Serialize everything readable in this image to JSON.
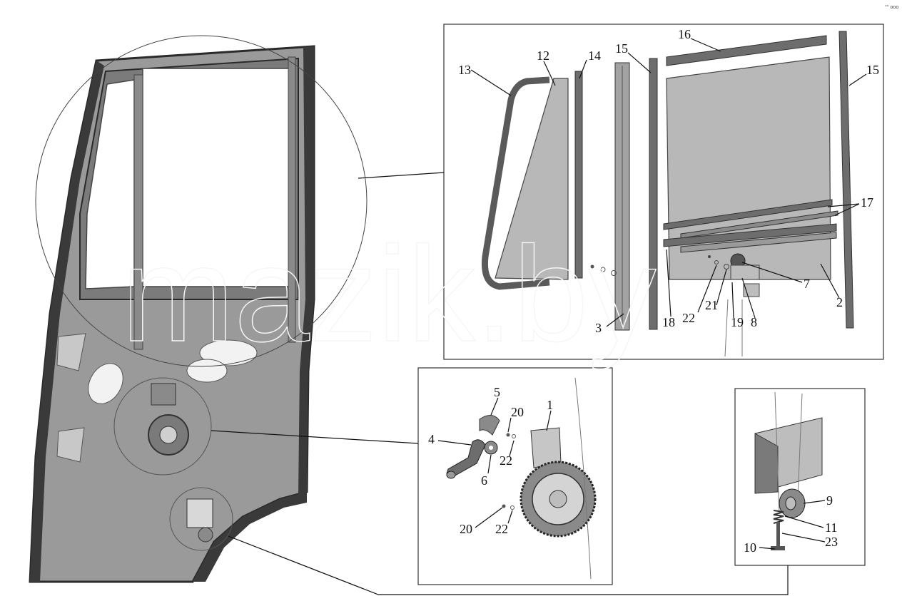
{
  "watermark": "mazik.by",
  "corner_mark": "°° ooo",
  "callouts": {
    "c1": "1",
    "c2": "2",
    "c3": "3",
    "c4": "4",
    "c5": "5",
    "c6": "6",
    "c7": "7",
    "c8": "8",
    "c9": "9",
    "c10": "10",
    "c11": "11",
    "c12": "12",
    "c13": "13",
    "c14": "14",
    "c15a": "15",
    "c15b": "15",
    "c16": "16",
    "c17": "17",
    "c18": "18",
    "c19": "19",
    "c20a": "20",
    "c20b": "20",
    "c21": "21",
    "c22a": "22",
    "c22b": "22",
    "c22c": "22",
    "c23": "23"
  },
  "colors": {
    "door_fill": "#9a9a9a",
    "door_edge": "#2a2a2a",
    "glass_fill": "#b8b8b8",
    "seal_fill": "#6d6d6d",
    "frame_line": "#333333"
  }
}
